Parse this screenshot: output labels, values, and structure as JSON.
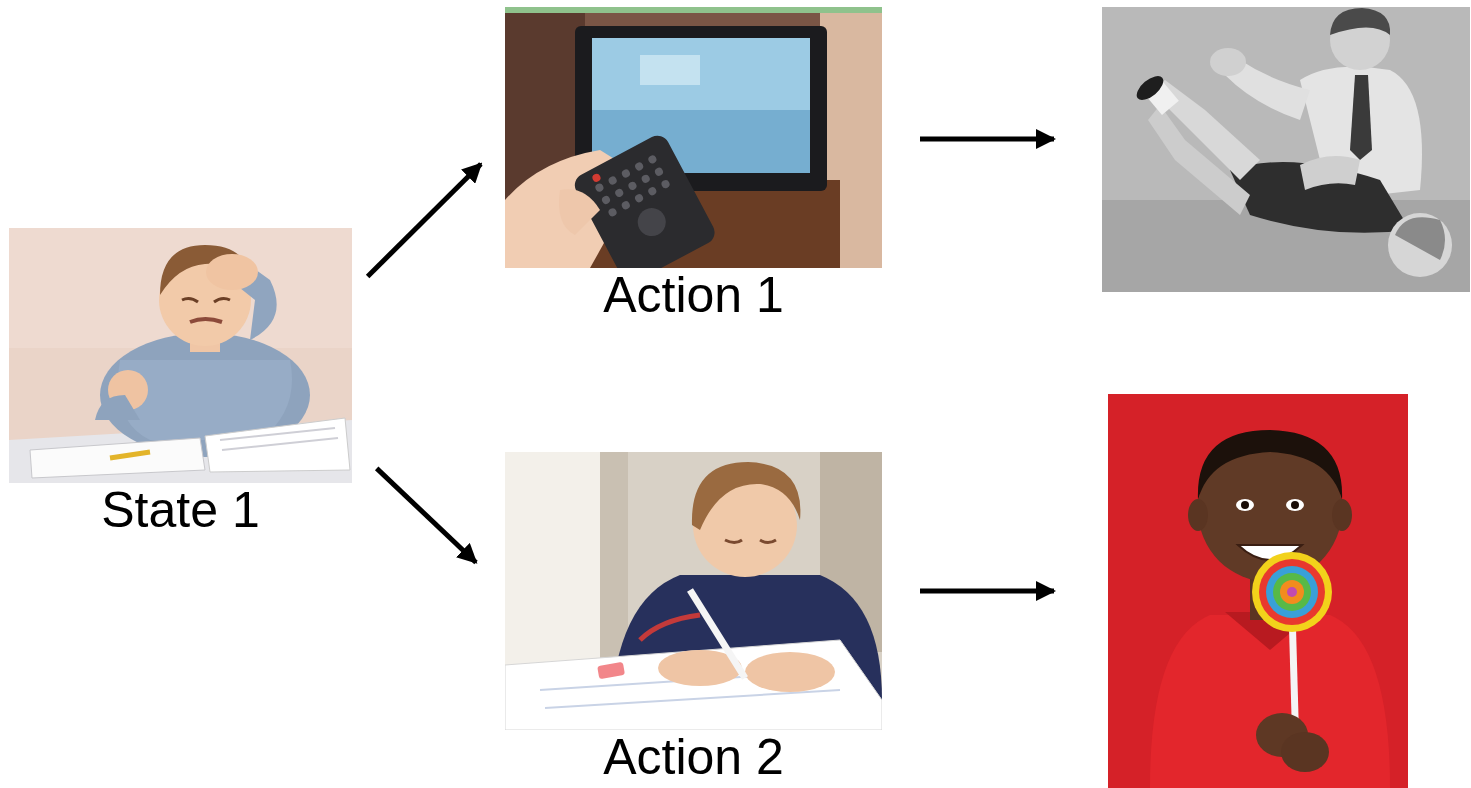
{
  "diagram": {
    "nodes": [
      {
        "text": [
          "State 1"
        ]
      },
      {
        "text": [
          "Action 1"
        ]
      },
      {
        "text": [
          "Action 2"
        ]
      }
    ],
    "edges": [
      {
        "from": 0,
        "to": 1,
        "arrow": "to"
      },
      {
        "from": 0,
        "to": 2,
        "arrow": "to"
      }
    ]
  }
}
